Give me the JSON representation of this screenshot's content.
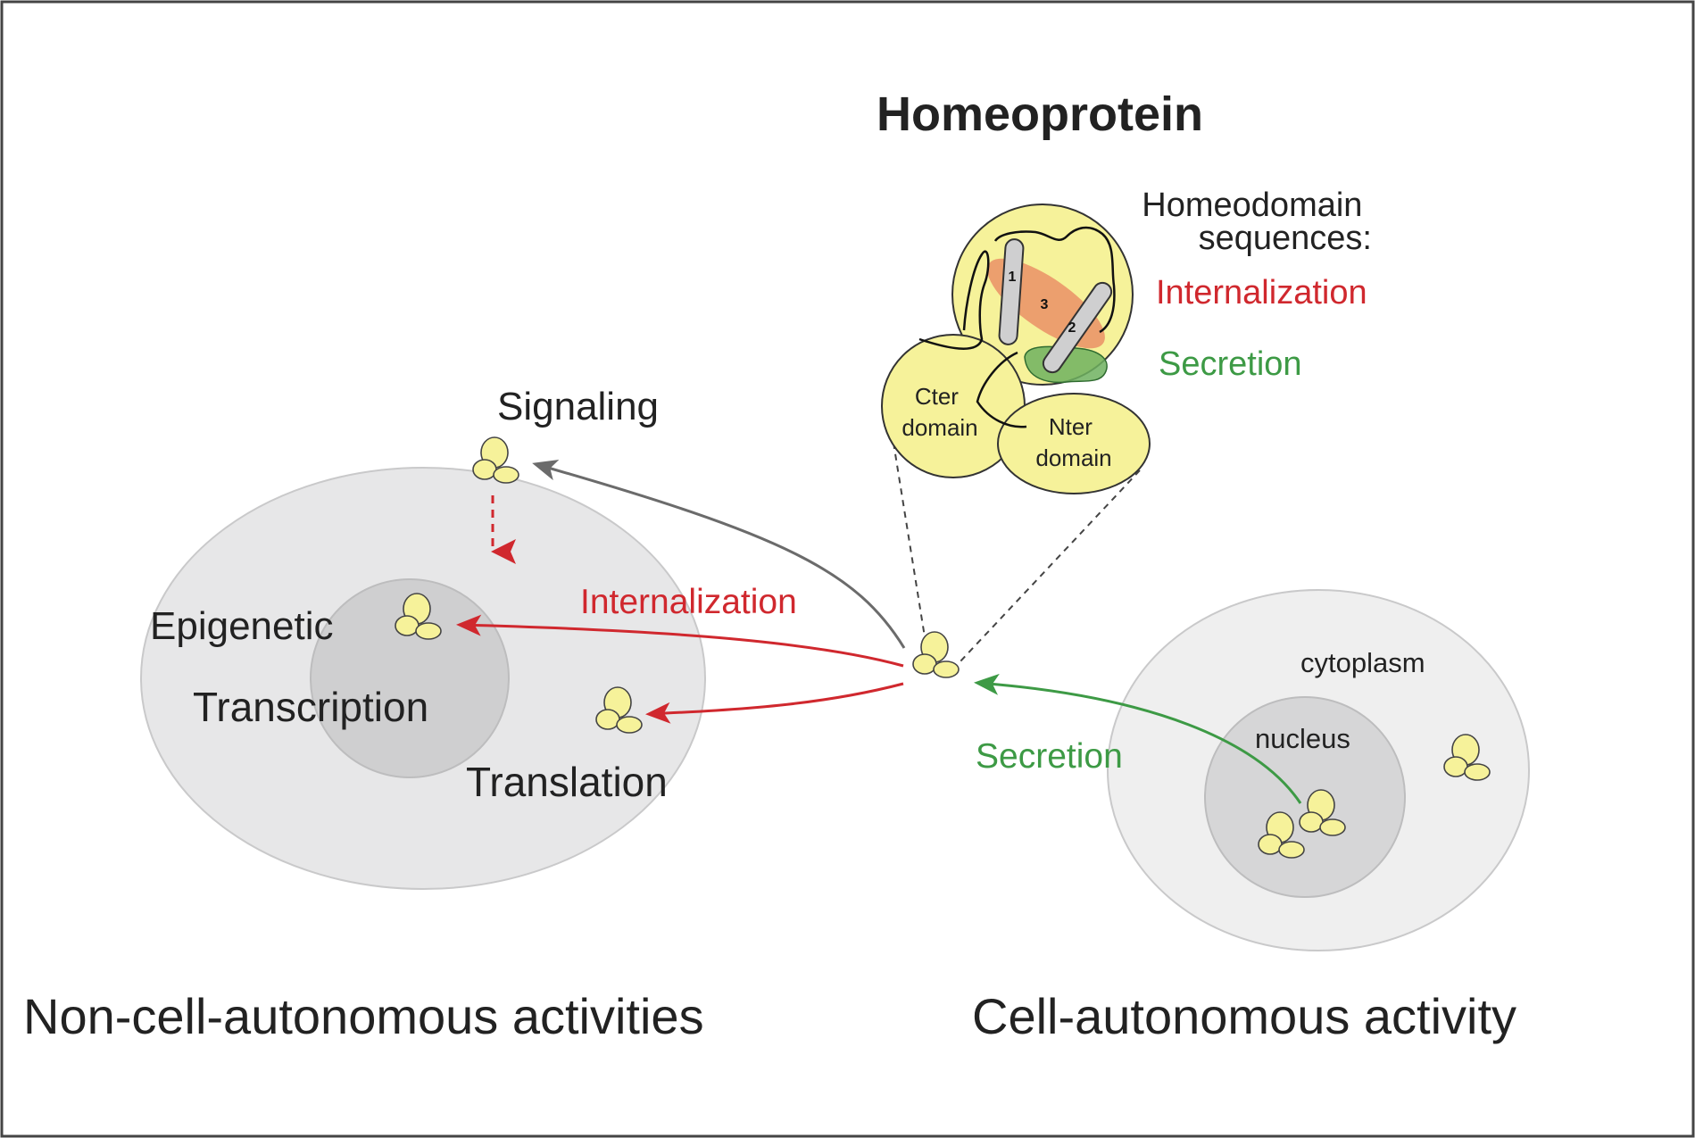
{
  "title": "Homeoprotein",
  "homeodomain": {
    "heading_line1": "Homeodomain",
    "heading_line2": "sequences:",
    "internalization": "Internalization",
    "secretion": "Secretion",
    "helix_1": "1",
    "helix_2": "2",
    "helix_3": "3"
  },
  "domains": {
    "cter_line1": "Cter",
    "cter_line2": "domain",
    "nter_line1": "Nter",
    "nter_line2": "domain"
  },
  "left_cell": {
    "signaling": "Signaling",
    "epigenetic": "Epigenetic",
    "transcription": "Transcription",
    "translation": "Translation",
    "internalization": "Internalization",
    "caption": "Non-cell-autonomous activities"
  },
  "right_cell": {
    "cytoplasm": "cytoplasm",
    "nucleus": "nucleus",
    "secretion": "Secretion",
    "caption": "Cell-autonomous activity"
  },
  "colors": {
    "internalization": "#d0282e",
    "secretion": "#3d9a45",
    "signaling_arrow": "#6b6b6b",
    "protein_fill": "#f6f29a",
    "cell_fill": "#e7e7e8",
    "nucleus_fill": "#cfcfd0",
    "text": "#222222"
  }
}
